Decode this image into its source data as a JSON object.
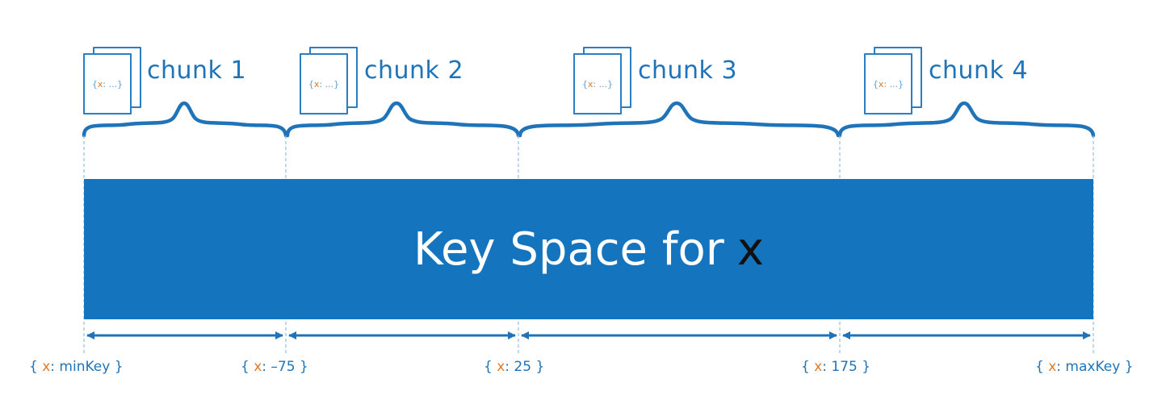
{
  "title": {
    "prefix": "Key Space for",
    "variable": "x"
  },
  "chunks": [
    {
      "label": "chunk 1",
      "doc_key": "x",
      "doc_rest": ": ...}"
    },
    {
      "label": "chunk 2",
      "doc_key": "x",
      "doc_rest": ": ...}"
    },
    {
      "label": "chunk 3",
      "doc_key": "x",
      "doc_rest": ": ...}"
    },
    {
      "label": "chunk 4",
      "doc_key": "x",
      "doc_rest": ": ...}"
    }
  ],
  "doc_open": "{",
  "bounds": [
    {
      "open": "{ ",
      "key": "x",
      "value": ": minKey }"
    },
    {
      "open": "{ ",
      "key": "x",
      "value": ": –75 }"
    },
    {
      "open": "{ ",
      "key": "x",
      "value": ": 25 }"
    },
    {
      "open": "{ ",
      "key": "x",
      "value": ": 175 }"
    },
    {
      "open": "{ ",
      "key": "x",
      "value": ": maxKey }"
    }
  ],
  "colors": {
    "bar": "#1474bd",
    "accent": "#1f73b8",
    "key": "#e07a2a"
  }
}
